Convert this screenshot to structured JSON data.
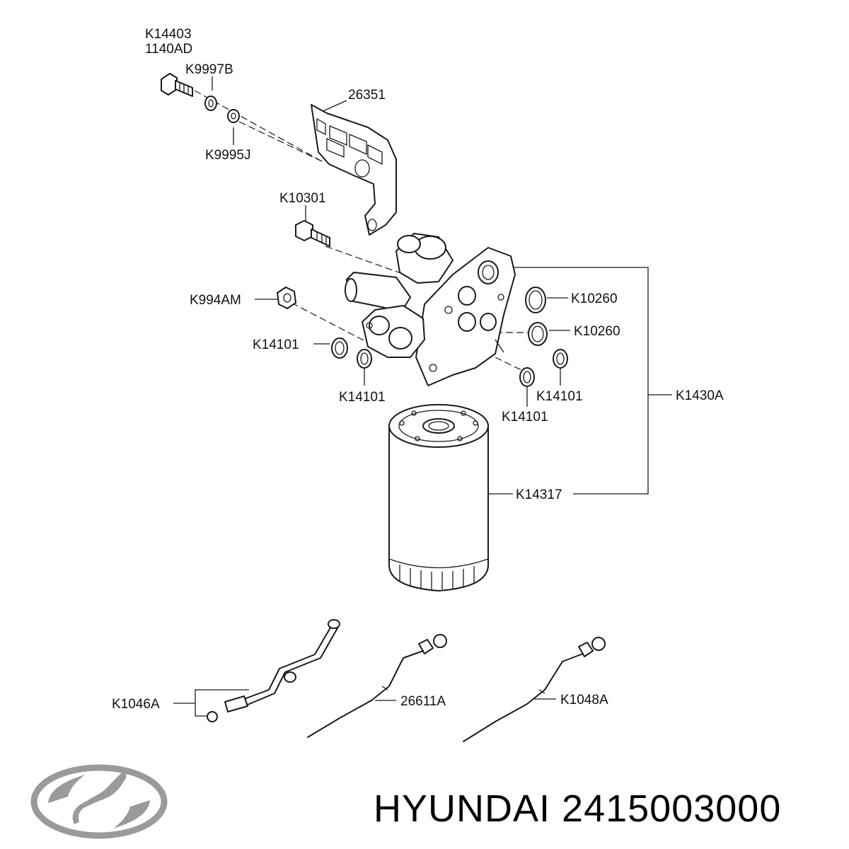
{
  "labels": {
    "k14403": "K14403",
    "n1140ad": "1140AD",
    "k9997b": "K9997B",
    "p26351": "26351",
    "k9995j": "K9995J",
    "k10301": "K10301",
    "k994am": "K994AM",
    "k10260_a": "K10260",
    "k10260_b": "K10260",
    "k14101_a": "K14101",
    "k14101_b": "K14101",
    "k14101_c": "K14101",
    "k14101_d": "K14101",
    "k1430a": "K1430A",
    "k14317": "K14317",
    "k1046a": "K1046A",
    "p26611a": "26611A",
    "k1048a": "K1048A"
  },
  "brand": {
    "name": "HYUNDAI",
    "part_number": "2415003000",
    "logo_text": "H"
  },
  "colors": {
    "line": "#1a1a1a",
    "logo": "#9a9a9a",
    "background": "#ffffff"
  }
}
